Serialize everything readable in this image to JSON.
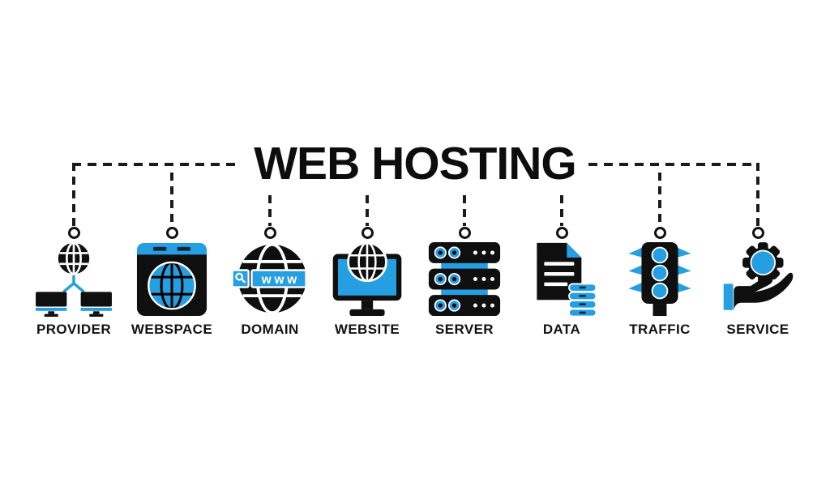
{
  "title": "WEB HOSTING",
  "colors": {
    "accent_blue": "#259ee2",
    "icon_black": "#0f0f0f",
    "dark_navy": "#0c2536",
    "line_black": "#1b1b1b",
    "background": "#ffffff"
  },
  "items": [
    {
      "label": "PROVIDER",
      "icon": "globe-network-computers-icon"
    },
    {
      "label": "WEBSPACE",
      "icon": "browser-window-globe-icon"
    },
    {
      "label": "DOMAIN",
      "icon": "globe-address-bar-icon",
      "address_text": "www"
    },
    {
      "label": "WEBSITE",
      "icon": "monitor-globe-icon"
    },
    {
      "label": "SERVER",
      "icon": "server-rack-icon"
    },
    {
      "label": "DATA",
      "icon": "document-database-icon"
    },
    {
      "label": "TRAFFIC",
      "icon": "traffic-light-icon"
    },
    {
      "label": "SERVICE",
      "icon": "hand-holding-gear-icon"
    }
  ]
}
